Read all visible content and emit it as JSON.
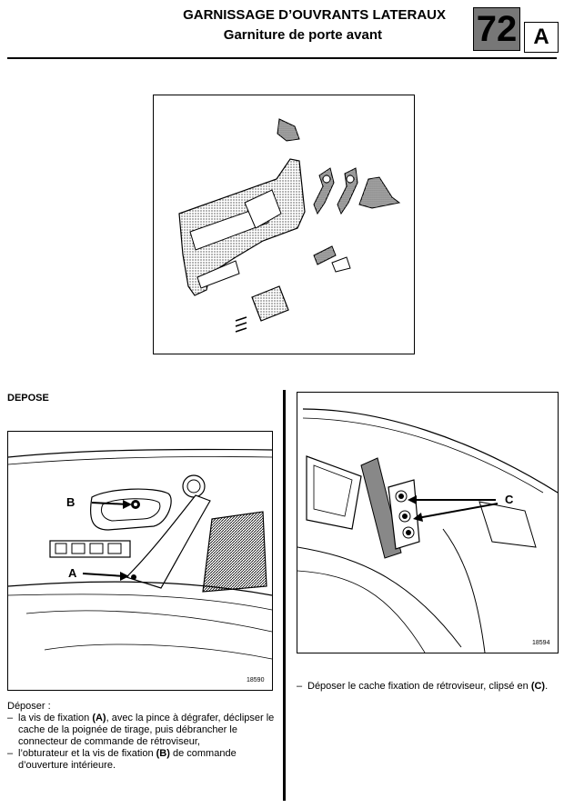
{
  "header": {
    "title_line1": "GARNISSAGE D’OUVRANTS LATERAUX",
    "title_line2": "Garniture de porte avant",
    "section_number": "72",
    "section_letter": "A"
  },
  "section_heading": "DEPOSE",
  "figure_left": {
    "ref": "18590",
    "label_a": "A",
    "label_b": "B"
  },
  "figure_right": {
    "ref": "18594",
    "label_c": "C"
  },
  "left_text": {
    "intro": "Déposer :",
    "item1_pre": "la vis de fixation ",
    "item1_bold": "(A)",
    "item1_post": ", avec la pince à dégrafer, déclipser le cache de la poignée de tirage, puis débrancher le connecteur de commande de rétroviseur,",
    "item2_pre": "l’obturateur et la vis de fixation ",
    "item2_bold": "(B)",
    "item2_post": " de commande d’ouverture intérieure."
  },
  "right_text": {
    "item1_pre": "Déposer le cache fixation de rétroviseur, clipsé en ",
    "item1_bold": "(C)",
    "item1_post": "."
  }
}
